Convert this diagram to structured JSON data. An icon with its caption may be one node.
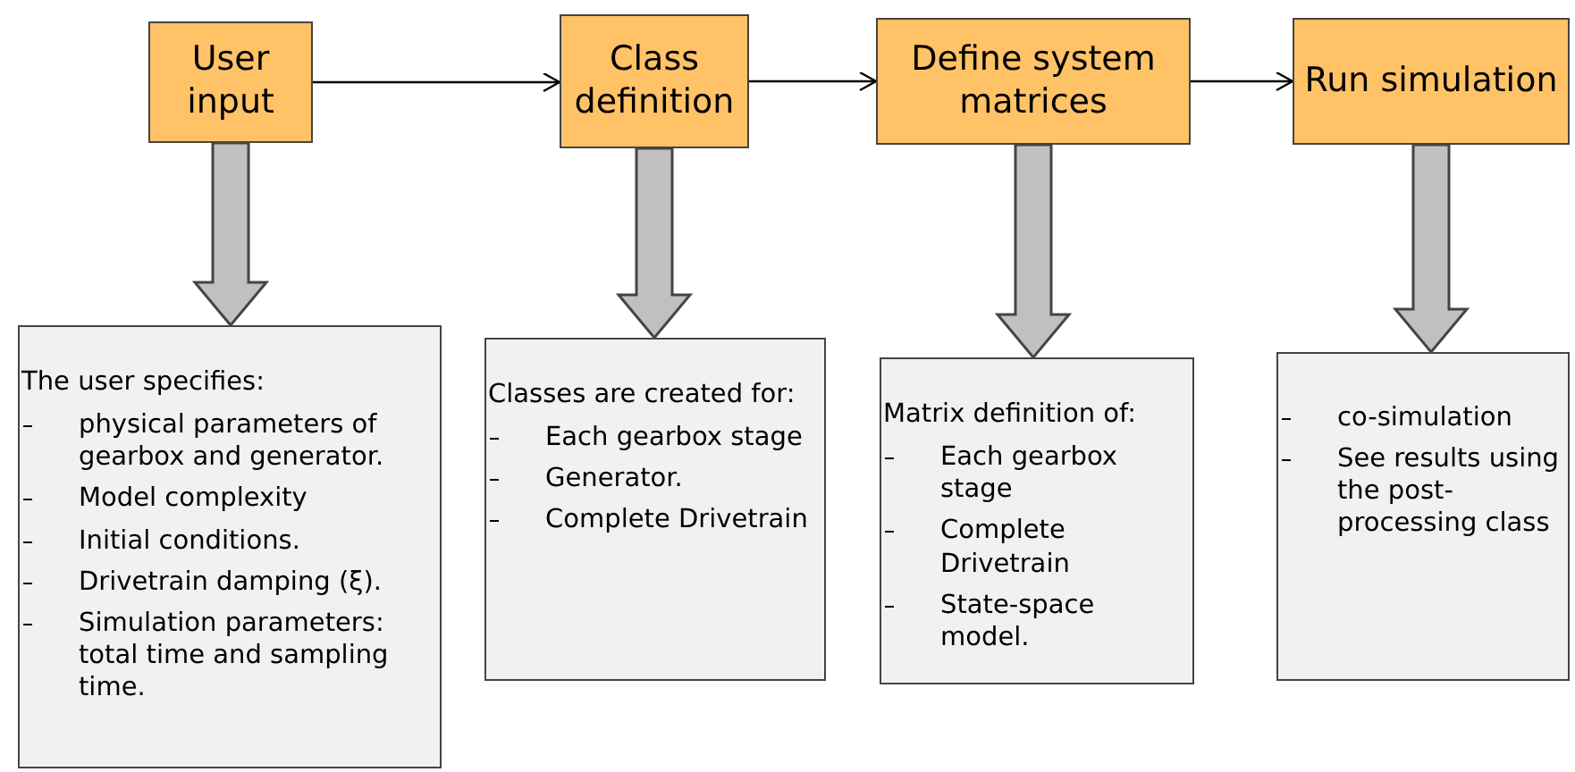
{
  "diagram": {
    "nodes": [
      {
        "text": [
          "User input"
        ]
      },
      {
        "text": [
          "Class definition"
        ]
      },
      {
        "text": [
          "Define system matrices"
        ]
      },
      {
        "text": [
          "Run simulation"
        ]
      },
      {
        "text": [
          "The user specifies:",
          "physical parameters of gearbox and generator.",
          "Model complexity",
          "Initial conditions.",
          "Drivetrain damping (ξ).",
          "Simulation parameters: total time and sampling time."
        ]
      },
      {
        "text": [
          "Classes are created for:",
          "Each gearbox stage",
          "Generator.",
          "Complete Drivetrain"
        ]
      },
      {
        "text": [
          "Matrix definition of:",
          "Each gearbox stage",
          "Complete Drivetrain",
          "State-space model."
        ]
      },
      {
        "text": [
          "co-simulation",
          "See results using the post-processing class"
        ]
      }
    ],
    "edges": [
      {
        "from": 0,
        "to": 1,
        "arrow": "to"
      },
      {
        "from": 1,
        "to": 2,
        "arrow": "to"
      },
      {
        "from": 2,
        "to": 3,
        "arrow": "to"
      },
      {
        "from": 0,
        "to": 4,
        "arrow": "to",
        "style": "thick",
        "color": "#c0c0c0"
      },
      {
        "from": 1,
        "to": 5,
        "arrow": "to",
        "style": "thick",
        "color": "#c0c0c0"
      },
      {
        "from": 2,
        "to": 6,
        "arrow": "to",
        "style": "thick",
        "color": "#c0c0c0"
      },
      {
        "from": 3,
        "to": 7,
        "arrow": "to",
        "style": "thick",
        "color": "#c0c0c0"
      }
    ]
  }
}
